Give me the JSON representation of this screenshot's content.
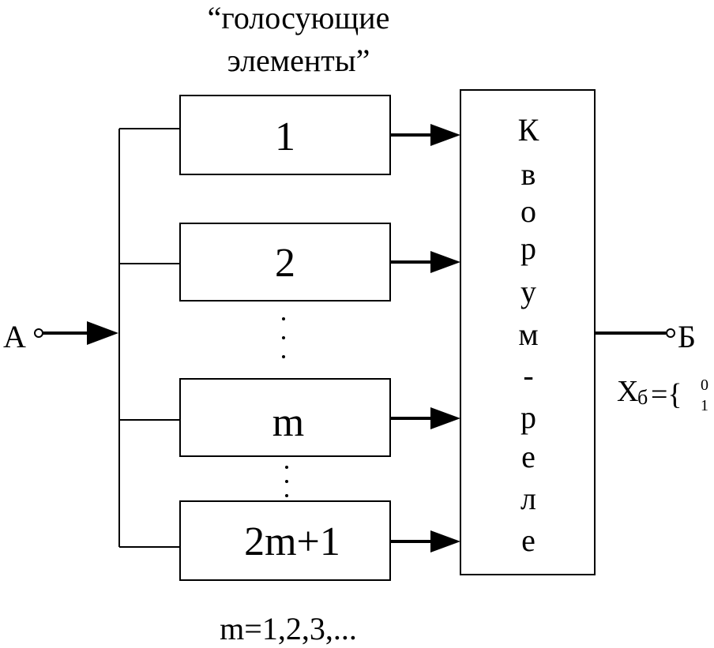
{
  "header": {
    "line1": "“голосующие",
    "line2": "элементы”"
  },
  "input_label": "А",
  "output_label": "Б",
  "elements": [
    "1",
    "2",
    "m",
    "2m+1"
  ],
  "ellipsis": ".  .  .",
  "relay_letters": [
    "К",
    "в",
    "о",
    "р",
    "у",
    "м",
    "-",
    "р",
    "е",
    "л",
    "е"
  ],
  "output_formula": {
    "variable": "X",
    "subscript": "б",
    "equals_brace": "={",
    "values": [
      "0",
      "1"
    ]
  },
  "footnote": "m=1,2,3,..."
}
